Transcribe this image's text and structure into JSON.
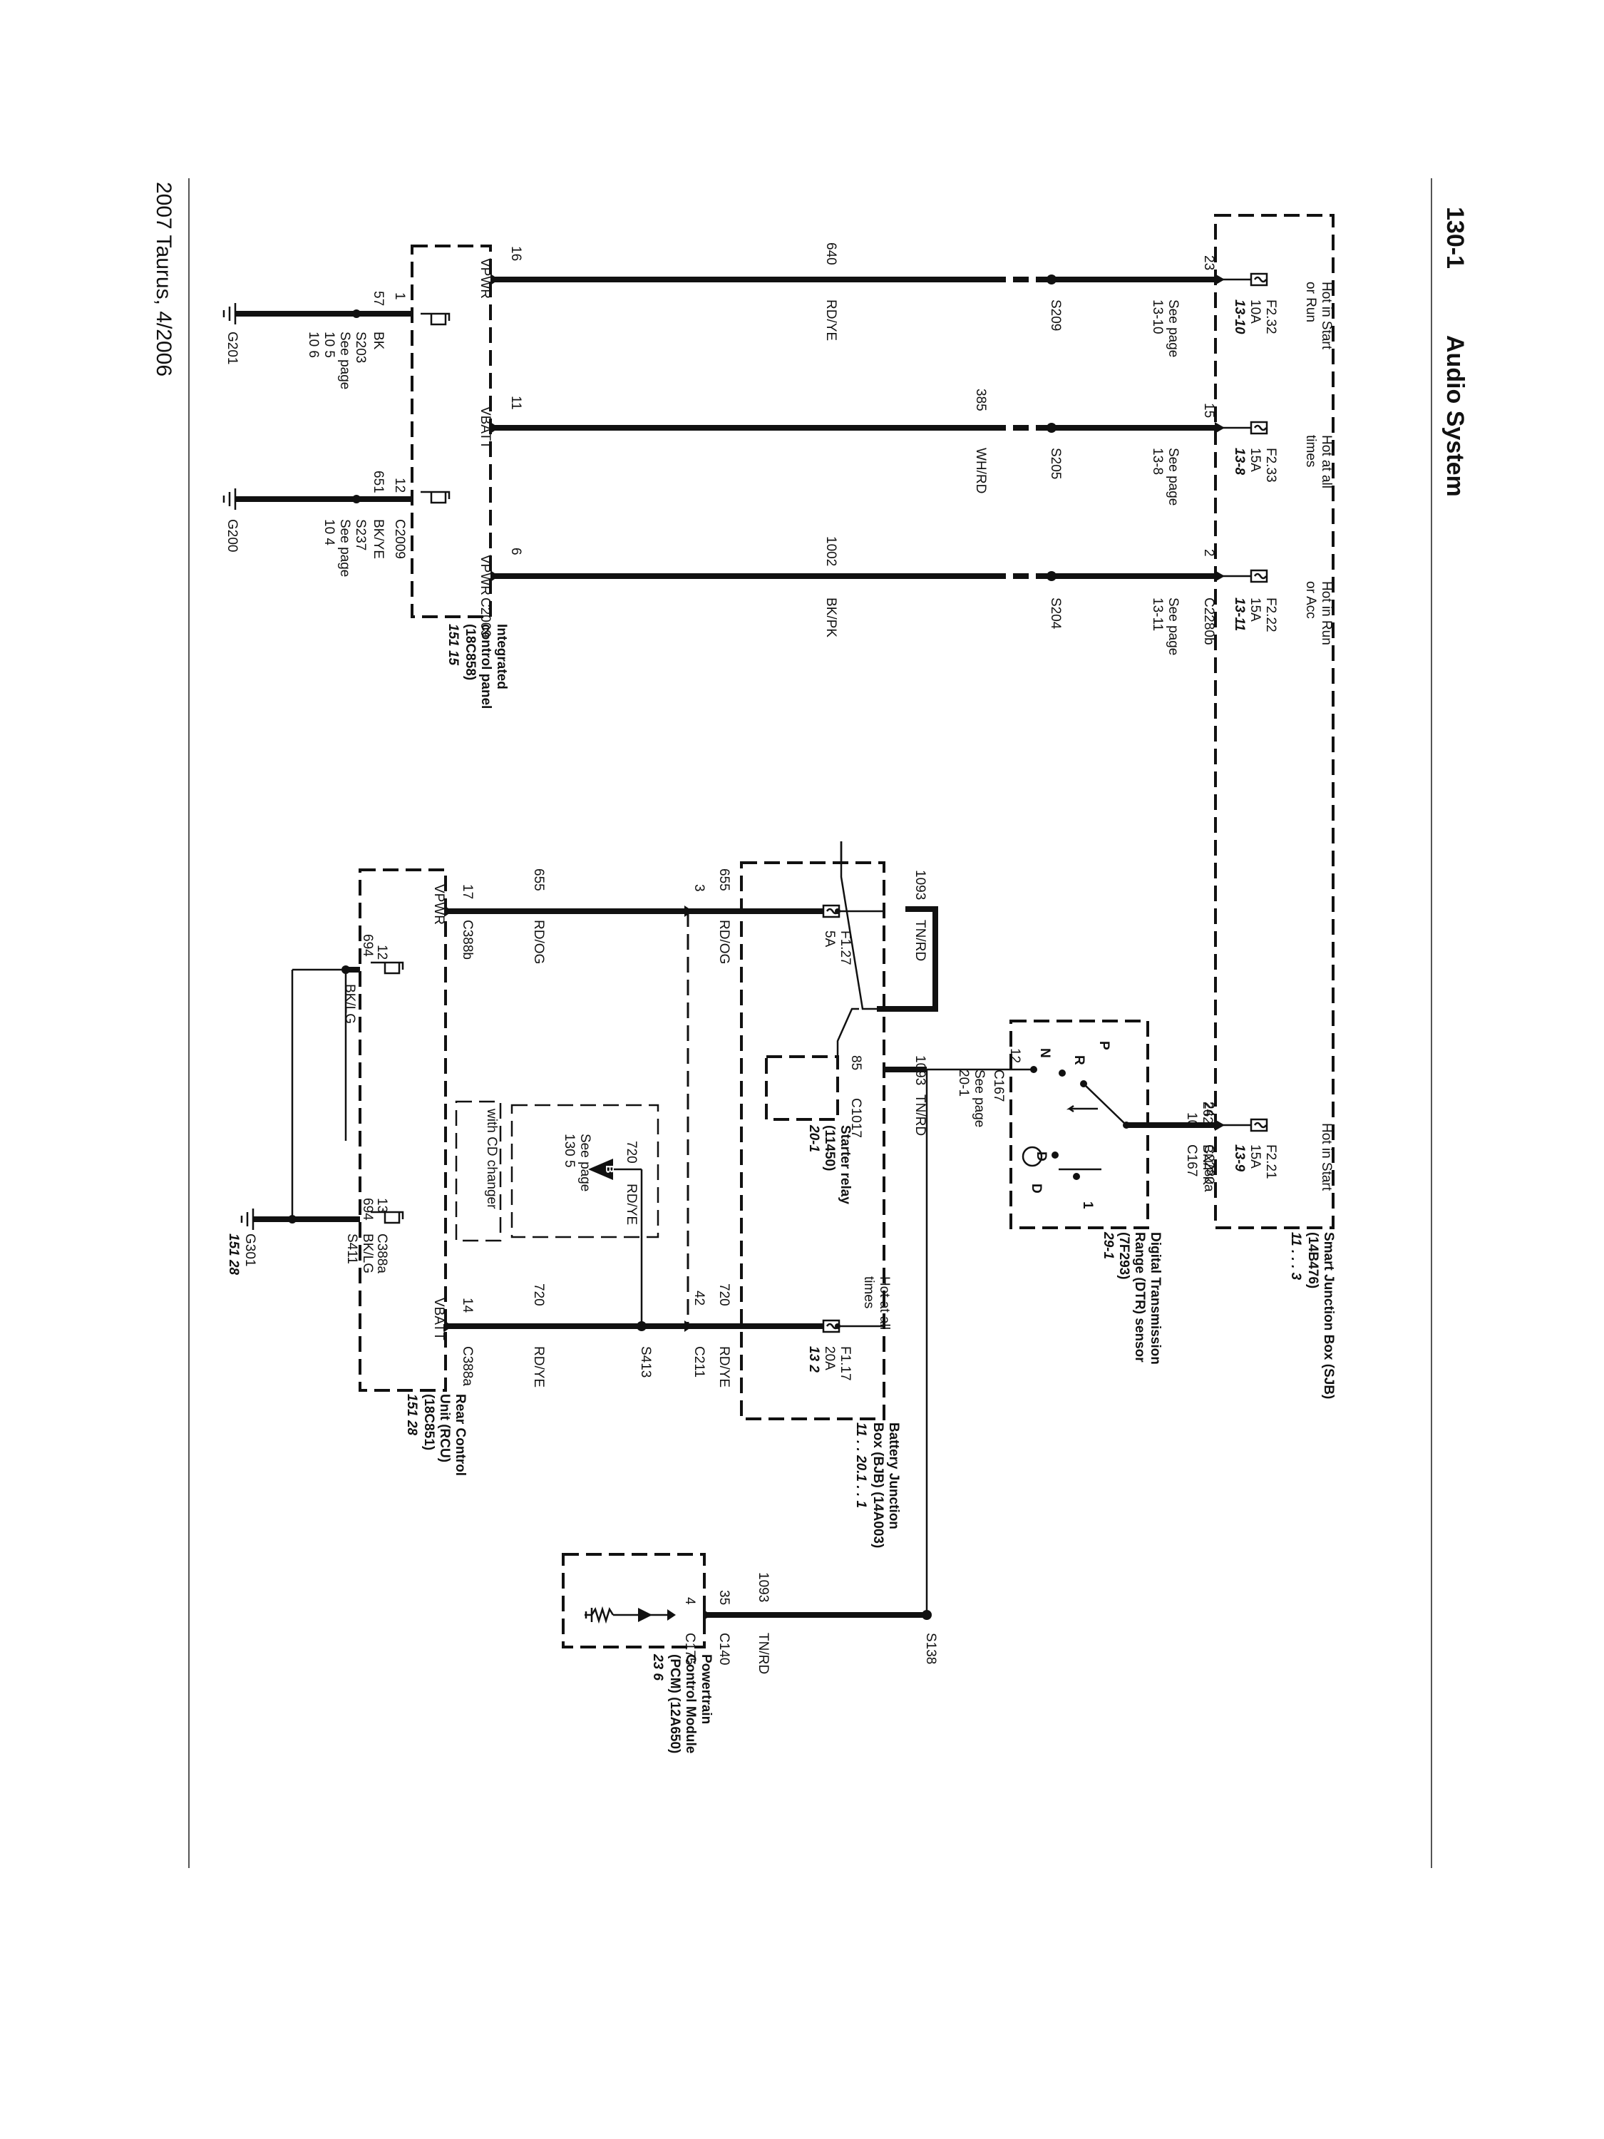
{
  "header": {
    "page_number": "130-1",
    "title": "Audio System"
  },
  "footer": {
    "text": "2007 Taurus, 4/2006"
  },
  "sjb": {
    "name_lines": [
      "Smart Junction Box (SJB)",
      "(14B476)"
    ],
    "ref": "11 .  .  .  3",
    "fuses": [
      {
        "condition_lines": [
          "Hot in Start",
          "or Run"
        ],
        "fuse": "F2.32",
        "amps": "10A",
        "ref": "13-10",
        "pin": "23",
        "connector": ""
      },
      {
        "condition_lines": [
          "Hot at all",
          "times"
        ],
        "fuse": "F2.33",
        "amps": "15A",
        "ref": "13-8",
        "pin": "15",
        "connector": ""
      },
      {
        "condition_lines": [
          "Hot in Run",
          "or Acc"
        ],
        "fuse": "F2.22",
        "amps": "15A",
        "ref": "13-11",
        "pin": "2",
        "connector": "C2280b"
      },
      {
        "condition_lines": [
          "Hot in Start"
        ],
        "fuse": "F2.21",
        "amps": "15A",
        "ref": "13-9",
        "pin": "24",
        "connector": "C2280a"
      }
    ]
  },
  "icp_circuits": [
    {
      "circuit": "640",
      "color": "RD/YE",
      "splice": "S209",
      "see_page_lines": [
        "See page",
        "13-10"
      ],
      "pin": "16",
      "label": "VPWR"
    },
    {
      "circuit": "385",
      "color": "WH/RD",
      "splice": "S205",
      "see_page_lines": [
        "See page",
        "13-8"
      ],
      "pin": "11",
      "label": "VBATT"
    },
    {
      "circuit": "1002",
      "color": "BK/PK",
      "splice": "S204",
      "see_page_lines": [
        "See page",
        "13-11"
      ],
      "pin": "6",
      "label": "VPWR"
    }
  ],
  "icp": {
    "name_lines": [
      "Integrated",
      "control panel",
      "(18C858)"
    ],
    "ref": "151    15",
    "connector": "C2009",
    "grounds": [
      {
        "pin": "1",
        "circuit": "57",
        "color": "BK",
        "splice": "S203",
        "see_page_lines": [
          "See page",
          "10     5",
          "10     6"
        ],
        "ground": "G201"
      },
      {
        "pin": "12",
        "circuit": "651",
        "color": "BK/YE",
        "connector": "C2009",
        "splice": "S237",
        "see_page_lines": [
          "See page",
          "10     4"
        ],
        "ground": "G200"
      }
    ]
  },
  "dtr": {
    "name_lines": [
      "Digital Transmission",
      "Range (DTR) sensor",
      "(7F293)"
    ],
    "ref": "29-1",
    "pin_in": "10",
    "circuit_in": "262",
    "color_in": "BN/PK",
    "connector_in": "C167",
    "pin_out": "12",
    "connector_out": "C167",
    "positions": [
      "P",
      "R",
      "N",
      "D",
      "D",
      "1"
    ]
  },
  "bjb": {
    "name_lines": [
      "Battery Junction",
      "Box (BJB) (14A003)"
    ],
    "ref": "11 .  . 20.1 .  .  1",
    "fuse1": {
      "fuse": "F1.27",
      "amps": "5A"
    },
    "fuse2": {
      "condition_lines": [
        "Hot at all",
        "times"
      ],
      "fuse": "F1.17",
      "amps": "20A",
      "ref": "13     2"
    },
    "relay": {
      "name_lines": [
        "Starter relay",
        "(11450)"
      ],
      "ref": "20-1",
      "pin": "85",
      "connector": "C1017"
    },
    "circuit_1093_in": "1093",
    "color_1093": "TN/RD",
    "circuit_1093_out": "1093",
    "pin_655": "3",
    "circuit_655": "655",
    "color_655": "RD/OG",
    "pin_720": "42",
    "circuit_720": "720",
    "color_720": "RD/YE",
    "connector_720": "C211",
    "see_page_lines": [
      "See page",
      "20-1"
    ]
  },
  "cd_changer": {
    "circuit": "720",
    "color": "RD/YE",
    "marker": "B",
    "see_page_lines": [
      "See page",
      "130     5"
    ],
    "note": "with CD changer",
    "splice": "S413"
  },
  "rcu": {
    "name_lines": [
      "Rear Control",
      "Unit (RCU)",
      "(18C851)"
    ],
    "ref": "151    28",
    "vpwr": {
      "pin": "17",
      "label": "VPWR",
      "connector": "C388b",
      "circuit": "655",
      "color": "RD/OG"
    },
    "vbatt": {
      "pin": "14",
      "label": "VBATT",
      "connector": "C388a",
      "circuit": "720",
      "color": "RD/YE"
    },
    "gnd1": {
      "pin": "12",
      "circuit": "694",
      "color": "BK/LG"
    },
    "gnd2": {
      "pin": "13",
      "connector": "C388a",
      "circuit": "694",
      "color": "BK/LG",
      "splice": "S411"
    },
    "ground": "G301",
    "ground_ref": "151    28"
  },
  "pcm": {
    "name_lines": [
      "Powertrain",
      "Control Module",
      "(PCM) (12A650)"
    ],
    "ref": "23    6",
    "splice": "S138",
    "circuit": "1093",
    "color": "TN/RD",
    "pin": "35",
    "connector": "C140",
    "pin2": "4",
    "connector2": "C175"
  }
}
